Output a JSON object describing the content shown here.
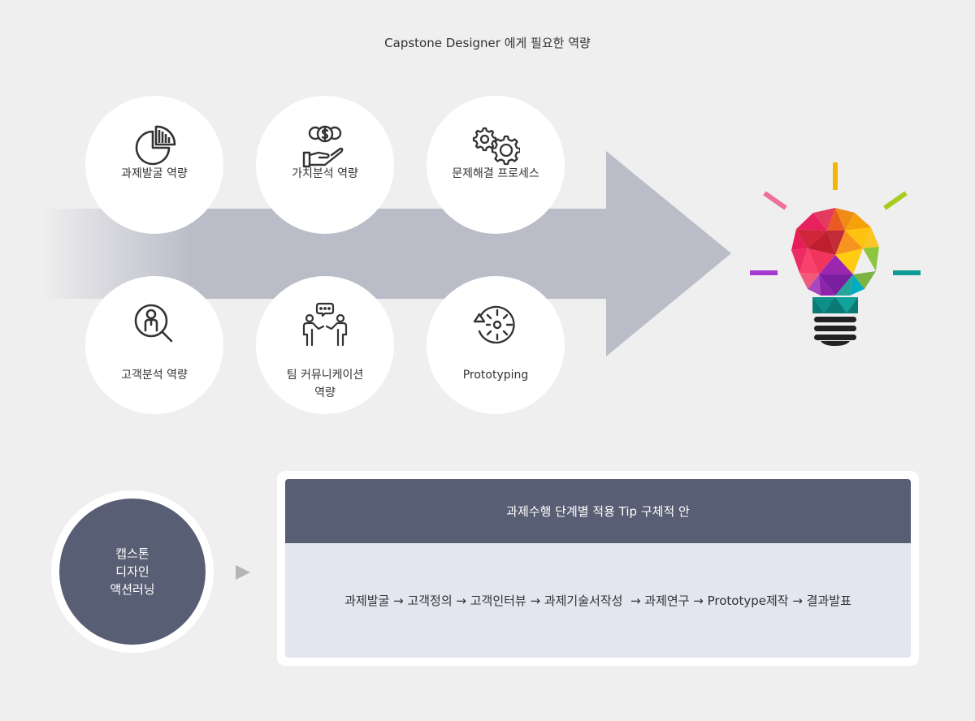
{
  "title": "Capstone Designer 에게 필요한 역량",
  "competencies": [
    {
      "label": "과제발굴 역량",
      "icon": "pie-chart-icon"
    },
    {
      "label": "가치분석 역량",
      "icon": "hand-coins-icon"
    },
    {
      "label": "문제해결 프로세스",
      "icon": "gears-icon"
    },
    {
      "label": "고객분석 역량",
      "icon": "customer-search-icon"
    },
    {
      "label_line1": "팀 커뮤니케이션",
      "label_line2": "역량",
      "icon": "team-chat-icon"
    },
    {
      "label": "Prototyping",
      "icon": "prototype-cycle-icon"
    }
  ],
  "action_learning": {
    "line1": "캡스톤",
    "line2": "디자인",
    "line3": "액션러닝"
  },
  "panel": {
    "header": "과제수행 단계별 적용 Tip 구체적 안",
    "steps": "과제발굴 → 고객정의 → 고객인터뷰 → 과제기술서작성  → 과제연구 → Prototype제작 → 결과발표"
  },
  "colors": {
    "background": "#efefef",
    "arrow": "#babcc8",
    "dark_panel": "#585e73",
    "light_panel": "#e3e5ef"
  },
  "bulb_icon": "lightbulb-icon"
}
